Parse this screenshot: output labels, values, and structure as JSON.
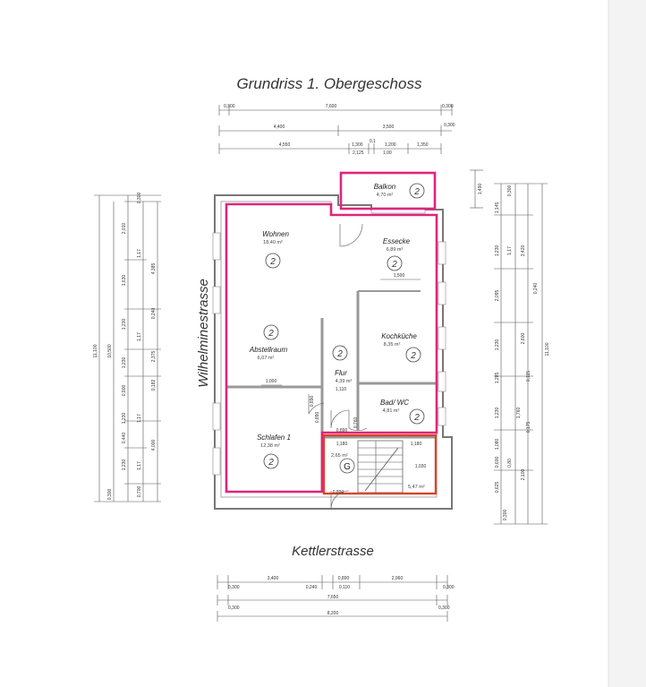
{
  "title": "Grundriss 1. Obergeschoss",
  "streets": {
    "left": "Wilhelminestrasse",
    "bottom": "Kettlerstrasse"
  },
  "unit_number": "2",
  "rooms": [
    {
      "name": "Balkon",
      "area": "4,70 m²"
    },
    {
      "name": "Wohnen",
      "area": "18,40 m²"
    },
    {
      "name": "Essecke",
      "area": "6,89 m²"
    },
    {
      "name": "Kochküche",
      "area": "8,35 m²"
    },
    {
      "name": "Abstellraum",
      "area": "6,07 m²"
    },
    {
      "name": "Flur",
      "area": "4,39 m²"
    },
    {
      "name": "Bad/ WC",
      "area": "4,81 m²"
    },
    {
      "name": "Schlafen 1",
      "area": "12,38 m²"
    }
  ],
  "stair": {
    "symbol": "G",
    "area_left": "2,65 m²",
    "area_right": "5,47 m²"
  },
  "dims": {
    "top": [
      "0,300",
      "7,600",
      "0,300",
      "4,400",
      "3,500",
      "0,300",
      "4,550",
      "1,300",
      "0,1",
      "1,200",
      "1,350",
      "2,125",
      "1,00"
    ],
    "bottom": [
      "3,400",
      "0,890",
      "2,960",
      "0,300",
      "0,240",
      "0,110",
      "0,300",
      "7,650",
      "0,300",
      "8,200",
      "0,300"
    ],
    "interior": [
      "1,500",
      "1,000",
      "1,110",
      "0,890",
      "0,890",
      "0,760",
      "0,890",
      "1,180",
      "1,180",
      "1,030",
      "0,890"
    ],
    "left": [
      "11,100",
      "10,500",
      "0,300",
      "2,010",
      "1,630",
      "1,230",
      "1,230",
      "0,900",
      "1,230",
      "0,440",
      "1,230",
      "0,700",
      "0,300",
      "4,385",
      "0,240",
      "1,17",
      "1,17",
      "1,17",
      "1,17",
      "2,375",
      "0,182",
      "4,000"
    ],
    "right": [
      "11,100",
      "0,300",
      "1,490",
      "1,145",
      "1,230",
      "1,17",
      "3,420",
      "2,095",
      "0,240",
      "1,230",
      "2,600",
      "1,285",
      "0,115",
      "1,230",
      "1,760",
      "0,175",
      "1,080",
      "0,600",
      "0,80",
      "0,625",
      "2,100",
      "0,300"
    ]
  }
}
